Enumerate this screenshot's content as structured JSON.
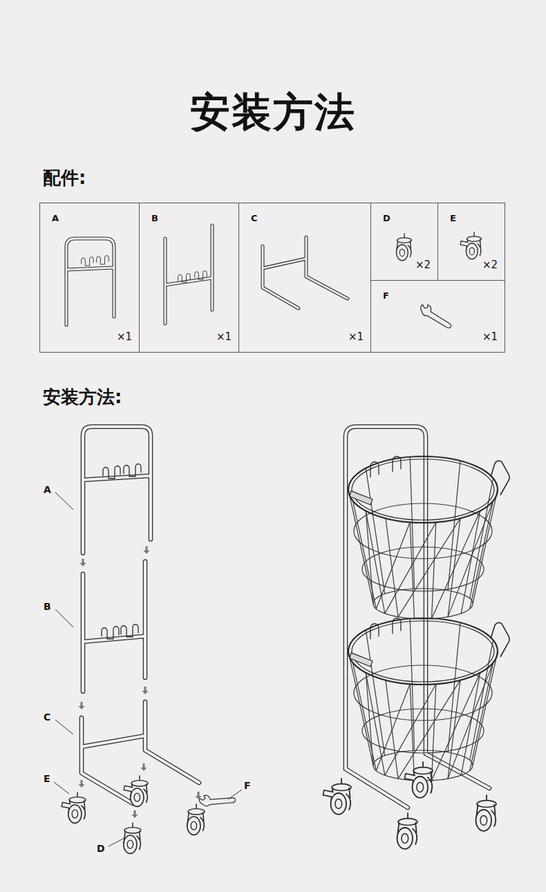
{
  "diagram": {
    "title": "安装方法",
    "nodes": [
      {
        "text": [
          "A",
          "×1"
        ]
      },
      {
        "text": [
          "B",
          "×1"
        ]
      },
      {
        "text": [
          "C",
          "×1"
        ]
      },
      {
        "text": [
          "D",
          "×2"
        ]
      },
      {
        "text": [
          "E",
          "×2"
        ]
      },
      {
        "text": [
          "F",
          "×1"
        ]
      }
    ],
    "labels": [
      "配件:",
      "安装方法:",
      "A",
      "B",
      "C",
      "E",
      "F",
      "D"
    ]
  }
}
